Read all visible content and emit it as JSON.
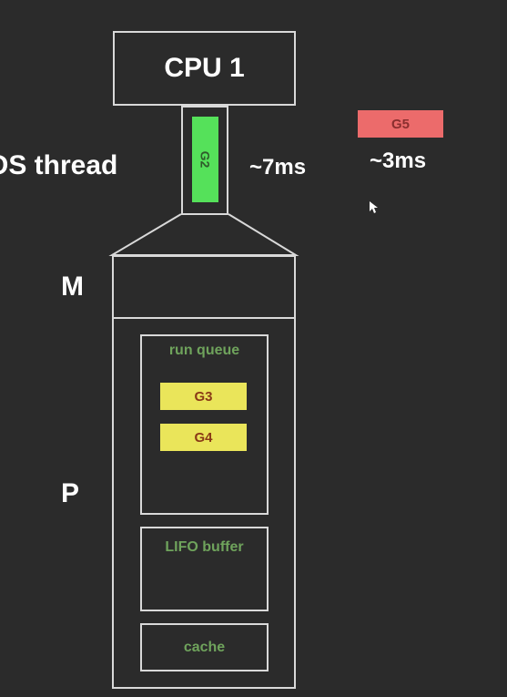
{
  "cpu": {
    "label": "CPU 1"
  },
  "os_thread": {
    "label": "OS thread"
  },
  "running": {
    "goroutine": "G2",
    "time": "~7ms"
  },
  "waiting": {
    "goroutine": "G5",
    "time": "~3ms"
  },
  "m": {
    "label": "M"
  },
  "p": {
    "label": "P",
    "run_queue": {
      "title": "run queue",
      "items": [
        "G3",
        "G4"
      ]
    },
    "lifo_buffer": {
      "title": "LIFO buffer"
    },
    "cache": {
      "title": "cache"
    }
  },
  "colors": {
    "background": "#2b2b2b",
    "outline": "#d9d9d9",
    "running_goroutine": "#55e15a",
    "queued_goroutine": "#eae55a",
    "waiting_goroutine": "#ec6b6b",
    "section_text": "#6fa35c"
  }
}
